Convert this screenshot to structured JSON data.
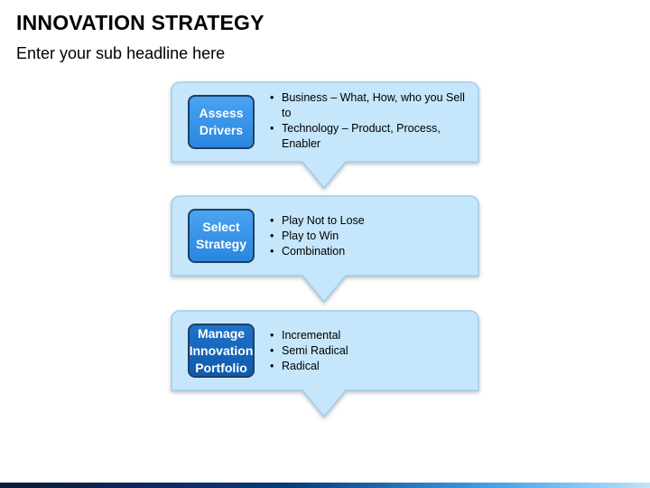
{
  "header": {
    "title": "INNOVATION STRATEGY",
    "subtitle": "Enter your sub headline here"
  },
  "colors": {
    "panel_fill": "#c5e6fb",
    "badge_light": "#3b95e8",
    "badge_dark": "#1266bf",
    "badge_border": "#1f3f66",
    "footer_dark": "#0a1a3a",
    "footer_light": "#3ea0e6"
  },
  "steps": [
    {
      "label": "Assess\nDrivers",
      "bullets": [
        "Business – What, How, who you Sell to",
        "Technology – Product, Process, Enabler"
      ]
    },
    {
      "label": "Select\nStrategy",
      "bullets": [
        "Play Not to Lose",
        "Play to Win",
        "Combination"
      ]
    },
    {
      "label": "Manage\nInnovation\nPortfolio",
      "bullets": [
        "Incremental",
        "Semi Radical",
        "Radical"
      ]
    }
  ]
}
